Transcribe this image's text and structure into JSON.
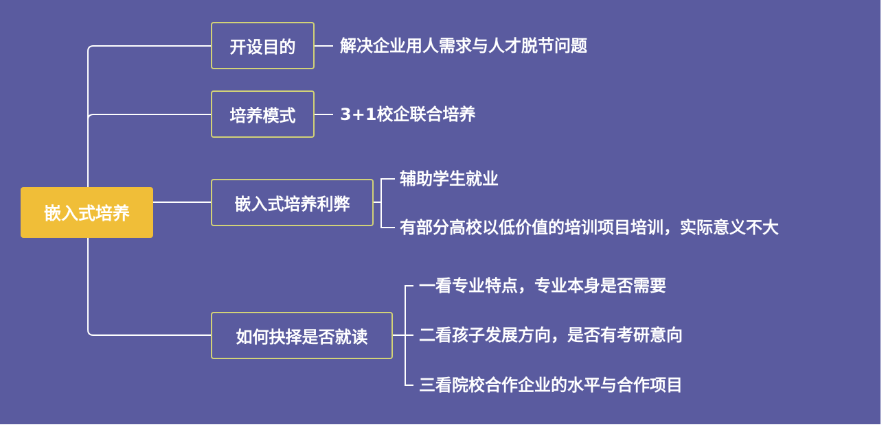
{
  "root": "嵌入式培养",
  "branches": [
    {
      "label": "开设目的",
      "children": [
        "解决企业用人需求与人才脱节问题"
      ]
    },
    {
      "label": "培养模式",
      "children": [
        "3+1校企联合培养"
      ]
    },
    {
      "label": "嵌入式培养利弊",
      "children": [
        "辅助学生就业",
        "有部分高校以低价值的培训项目培训，实际意义不大"
      ]
    },
    {
      "label": "如何抉择是否就读",
      "children": [
        "一看专业特点，专业本身是否需要",
        "二看孩子发展方向，是否有考研意向",
        "三看院校合作企业的水平与合作项目"
      ]
    }
  ],
  "colors": {
    "background": "#5a5b9f",
    "root": "#f0be38",
    "border": "#d2d277",
    "line": "#ffffff"
  }
}
